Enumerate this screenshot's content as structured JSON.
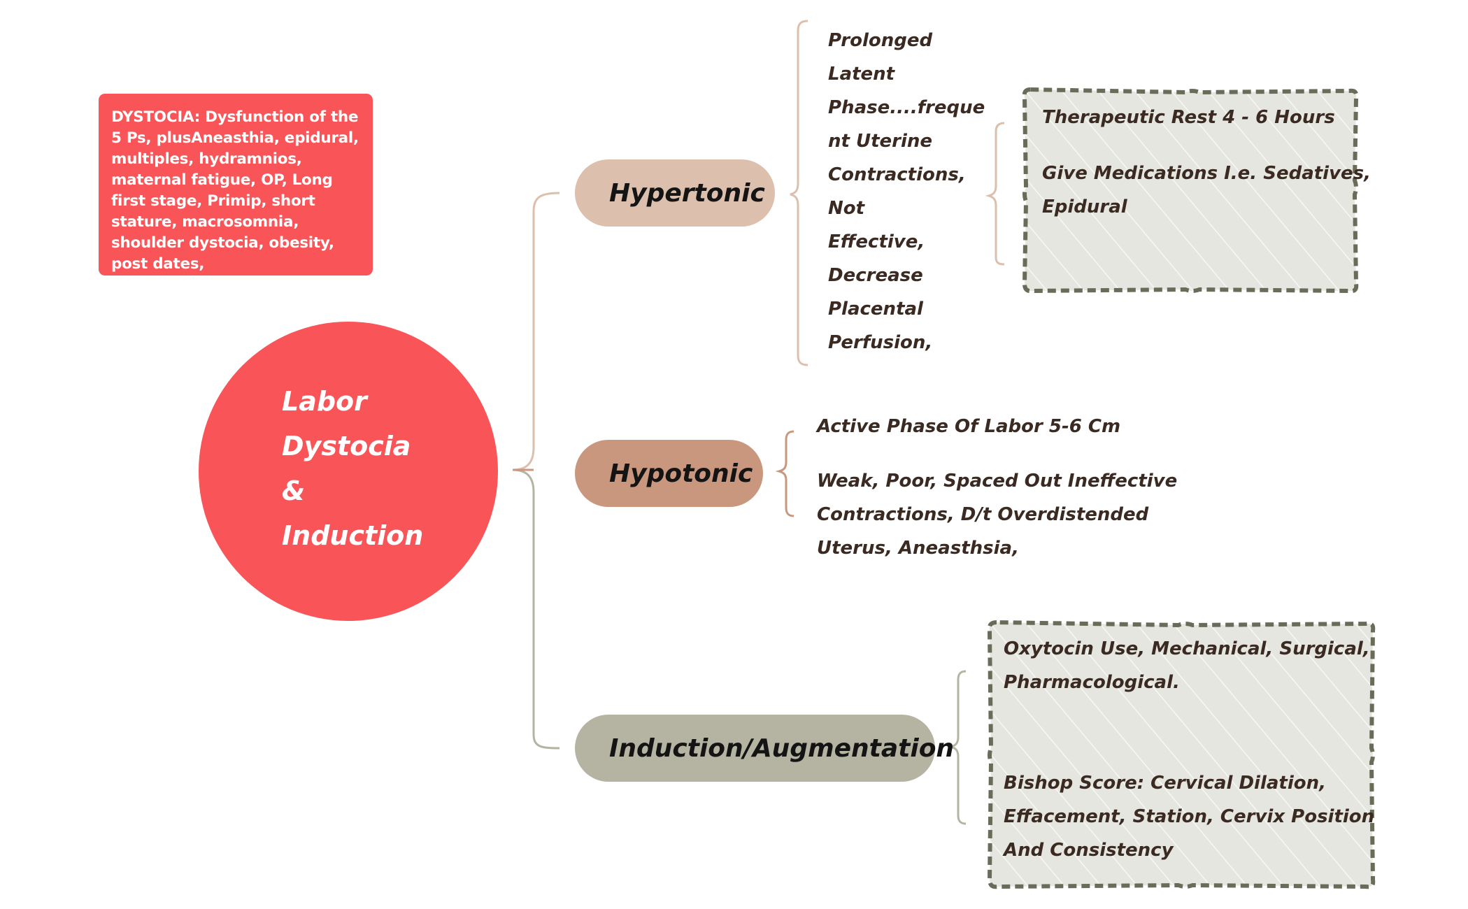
{
  "note": {
    "text": "DYSTOCIA: Dysfunction of the 5 Ps,  plusAneasthia, epidural, multiples, hydramnios, maternal fatigue, OP, Long first stage, Primip, short stature, macrosomnia, shoulder dystocia, obesity, post dates,"
  },
  "root": {
    "line1": "Labor",
    "line2": "Dystocia",
    "line3": "&",
    "line4": "Induction"
  },
  "branches": {
    "hypertonic": {
      "label": "Hypertonic",
      "detail_lines": [
        "Prolonged",
        "Latent",
        "Phase....freque",
        "nt Uterine",
        "Contractions,",
        "Not",
        "Effective,",
        "Decrease",
        "Placental",
        "Perfusion,"
      ],
      "management": {
        "line1": "Therapeutic Rest 4 - 6 Hours",
        "line2": "Give Medications I.e. Sedatives,",
        "line3": "Epidural"
      }
    },
    "hypotonic": {
      "label": "Hypotonic",
      "line1": "Active Phase Of Labor 5-6 Cm",
      "line2": "Weak, Poor, Spaced Out Ineffective",
      "line3": "Contractions, D/t Overdistended",
      "line4": "Uterus, Aneasthsia,"
    },
    "induction": {
      "label": "Induction/Augmentation",
      "line1": "Oxytocin Use, Mechanical, Surgical,",
      "line2": "Pharmacological.",
      "line3": "Bishop Score: Cervical Dilation,",
      "line4": "Effacement, Station, Cervix Position",
      "line5": "And Consistency"
    }
  },
  "colors": {
    "root": "#f95457",
    "note": "#f95457",
    "hypertonic": "#dcbfac",
    "hypotonic": "#c9977e",
    "induction": "#b5b4a2",
    "box_fill": "#e6e6e1",
    "box_border": "#6b6b5a",
    "text": "#3a2a22"
  }
}
